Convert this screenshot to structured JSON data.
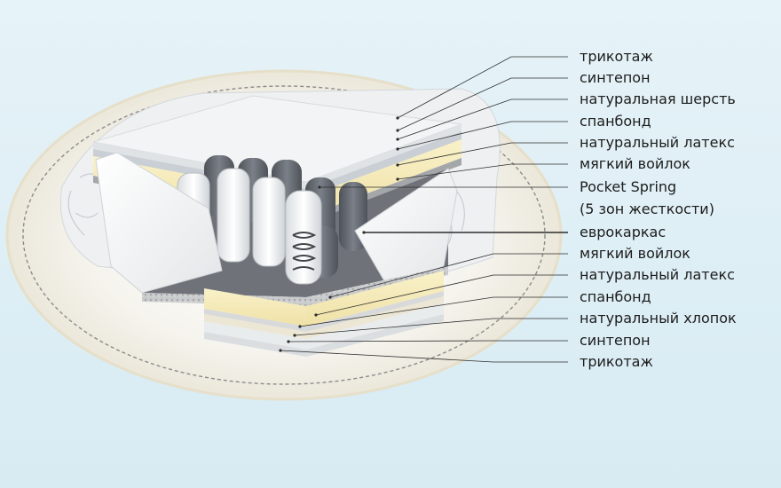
{
  "labels": {
    "top": [
      "трикотаж",
      "синтепон",
      "натуральная шерсть",
      "спанбонд",
      "натуральный латекс",
      "мягкий войлок",
      "Pocket Spring",
      "(5 зон жесткости)",
      "еврокаркас"
    ],
    "bottom": [
      "мягкий войлок",
      "натуральный латекс",
      "спанбонд",
      "натуральный хлопок",
      "синтепон",
      "трикотаж"
    ]
  }
}
